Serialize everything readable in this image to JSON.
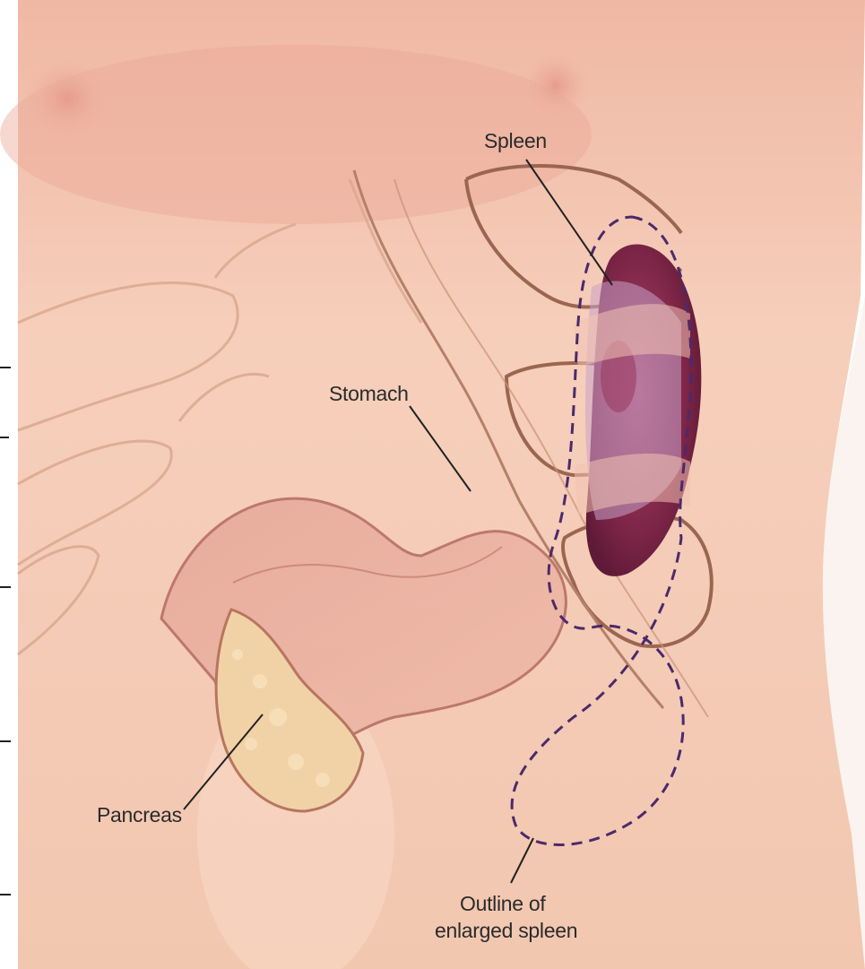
{
  "illustration": {
    "subject": "Enlarged spleen (splenomegaly) anatomy",
    "colors": {
      "skin": "#f1c6ae",
      "spleen": "#8a2f52",
      "outline_dashed": "#4b2a6b",
      "rib_shadow": "#b07a60"
    }
  },
  "labels": {
    "spleen": "Spleen",
    "stomach": "Stomach",
    "pancreas": "Pancreas",
    "outline_line1": "Outline of",
    "outline_line2": "enlarged spleen"
  }
}
